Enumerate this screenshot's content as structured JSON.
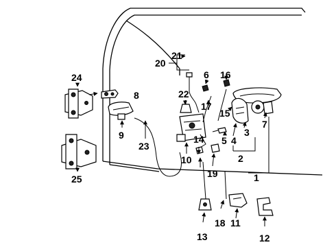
{
  "diagram": {
    "labels": {
      "l1": "1",
      "l2": "2",
      "l3": "3",
      "l4": "4",
      "l5": "5",
      "l6": "6",
      "l7": "7",
      "l8": "8",
      "l9": "9",
      "l10": "10",
      "l11": "11",
      "l12": "12",
      "l13": "13",
      "l14": "14",
      "l15": "15",
      "l16": "16",
      "l17": "17",
      "l18": "18",
      "l19": "19",
      "l20": "20",
      "l21": "21",
      "l22": "22",
      "l23": "23",
      "l24": "24",
      "l25": "25"
    }
  }
}
